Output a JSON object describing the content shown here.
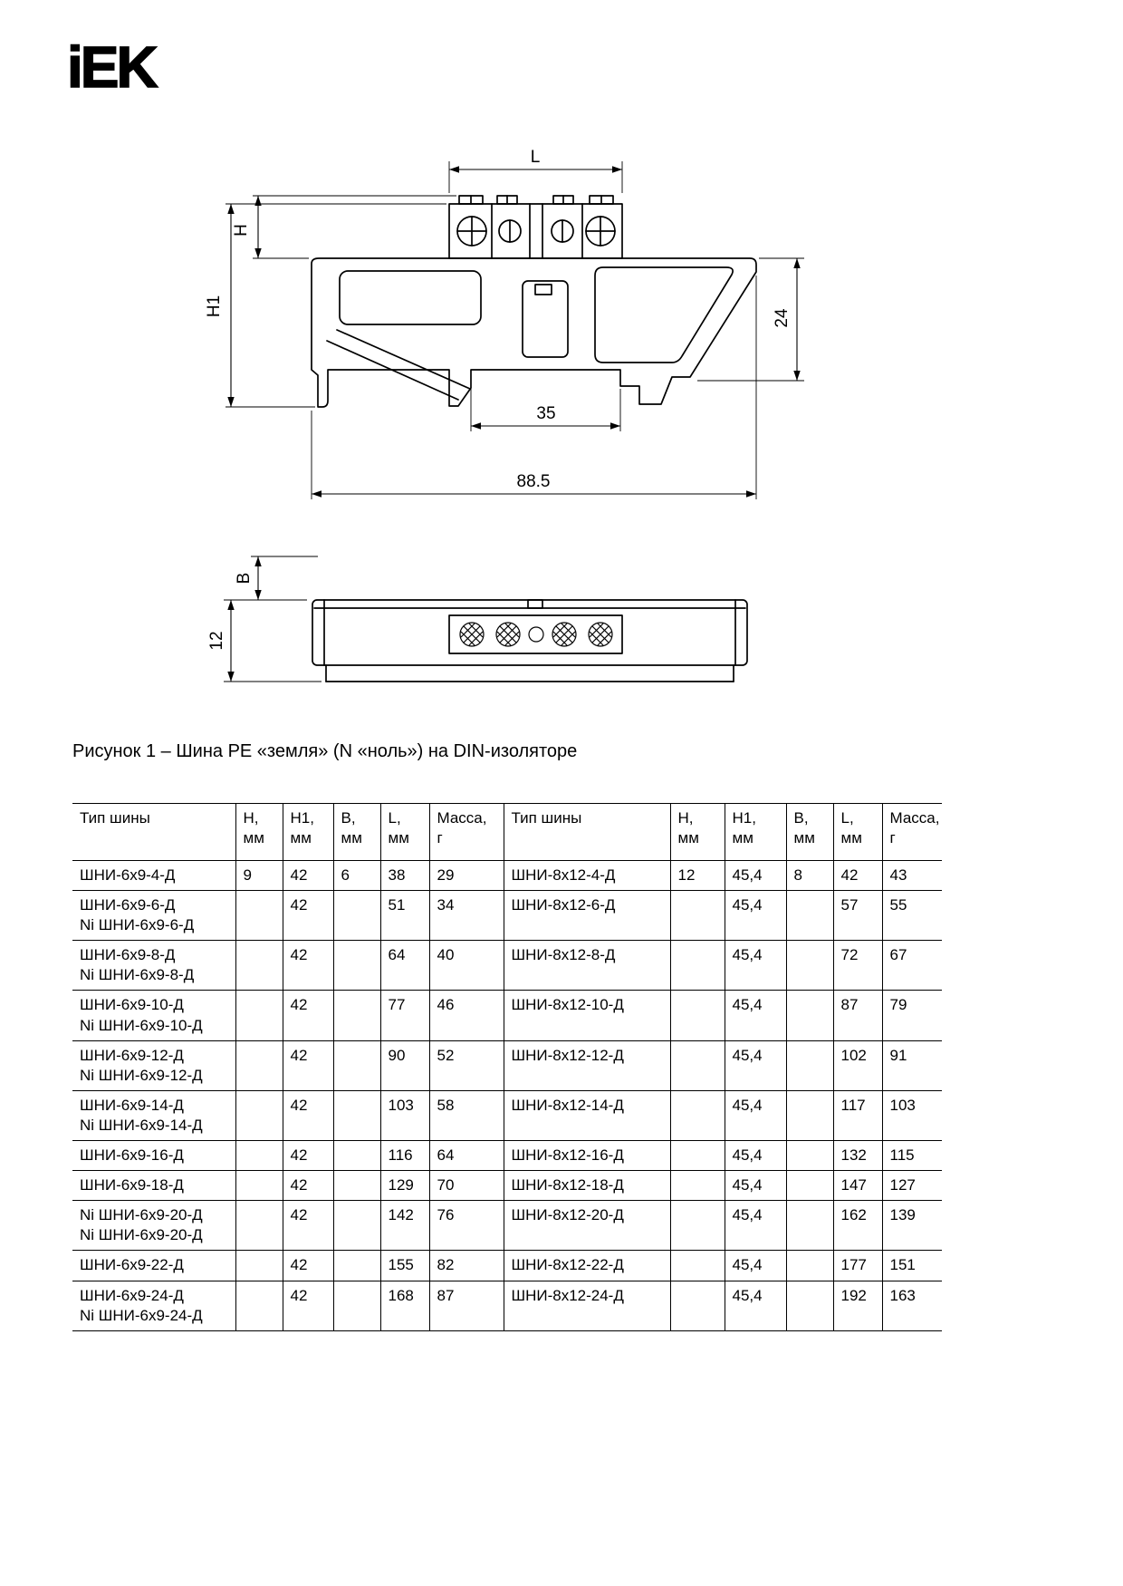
{
  "logo": {
    "text": "iEK"
  },
  "figure": {
    "caption": "Рисунок 1 – Шина PE «земля» (N «ноль») на DIN-изоляторе",
    "dims": {
      "l": "L",
      "h": "H",
      "h1": "H1",
      "height24": "24",
      "rail35": "35",
      "total885": "88.5",
      "b": "B",
      "width12": "12"
    }
  },
  "table": {
    "headers": [
      "Тип шины",
      "H,\nмм",
      "H1,\nмм",
      "B,\nмм",
      "L,\nмм",
      "Масса,\nг",
      "Тип шины",
      "H,\nмм",
      "H1, мм",
      "B,\nмм",
      "L,\nмм",
      "Масса,\nг"
    ],
    "rows": [
      [
        "ШНИ-6х9-4-Д",
        "9",
        "42",
        "6",
        "38",
        "29",
        "ШНИ-8х12-4-Д",
        "12",
        "45,4",
        "8",
        "42",
        "43"
      ],
      [
        "ШНИ-6х9-6-Д\nNi ШНИ-6х9-6-Д",
        "",
        "42",
        "",
        "51",
        "34",
        "ШНИ-8х12-6-Д",
        "",
        "45,4",
        "",
        "57",
        "55"
      ],
      [
        "ШНИ-6х9-8-Д\nNi ШНИ-6х9-8-Д",
        "",
        "42",
        "",
        "64",
        "40",
        "ШНИ-8х12-8-Д",
        "",
        "45,4",
        "",
        "72",
        "67"
      ],
      [
        "ШНИ-6х9-10-Д\nNi ШНИ-6х9-10-Д",
        "",
        "42",
        "",
        "77",
        "46",
        "ШНИ-8х12-10-Д",
        "",
        "45,4",
        "",
        "87",
        "79"
      ],
      [
        "ШНИ-6х9-12-Д\nNi ШНИ-6х9-12-Д",
        "",
        "42",
        "",
        "90",
        "52",
        "ШНИ-8х12-12-Д",
        "",
        "45,4",
        "",
        "102",
        "91"
      ],
      [
        "ШНИ-6х9-14-Д\nNi ШНИ-6х9-14-Д",
        "",
        "42",
        "",
        "103",
        "58",
        "ШНИ-8х12-14-Д",
        "",
        "45,4",
        "",
        "117",
        "103"
      ],
      [
        "ШНИ-6х9-16-Д",
        "",
        "42",
        "",
        "116",
        "64",
        "ШНИ-8х12-16-Д",
        "",
        "45,4",
        "",
        "132",
        "115"
      ],
      [
        "ШНИ-6х9-18-Д",
        "",
        "42",
        "",
        "129",
        "70",
        "ШНИ-8х12-18-Д",
        "",
        "45,4",
        "",
        "147",
        "127"
      ],
      [
        "Ni ШНИ-6х9-20-Д\nNi ШНИ-6х9-20-Д",
        "",
        "42",
        "",
        "142",
        "76",
        "ШНИ-8х12-20-Д",
        "",
        "45,4",
        "",
        "162",
        "139"
      ],
      [
        "ШНИ-6х9-22-Д",
        "",
        "42",
        "",
        "155",
        "82",
        "ШНИ-8х12-22-Д",
        "",
        "45,4",
        "",
        "177",
        "151"
      ],
      [
        "ШНИ-6х9-24-Д\nNi ШНИ-6х9-24-Д",
        "",
        "42",
        "",
        "168",
        "87",
        "ШНИ-8х12-24-Д",
        "",
        "45,4",
        "",
        "192",
        "163"
      ]
    ]
  }
}
